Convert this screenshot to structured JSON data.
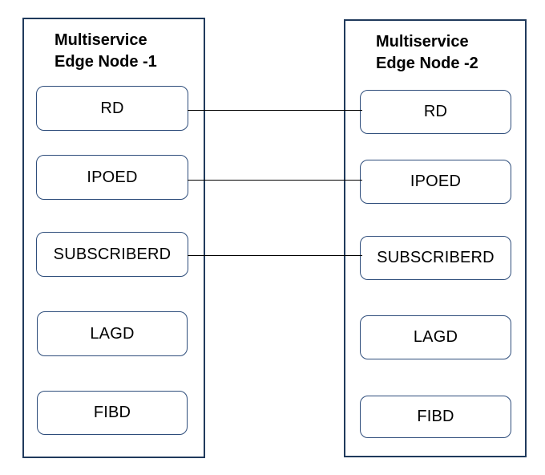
{
  "diagram": {
    "nodes": [
      {
        "title": "Multiservice Edge Node -1",
        "title_lines": [
          "Multiservice",
          "Edge Node -1"
        ],
        "daemons": [
          "RD",
          "IPOED",
          "SUBSCRIBERD",
          "LAGD",
          "FIBD"
        ]
      },
      {
        "title": "Multiservice Edge Node -2",
        "title_lines": [
          "Multiservice",
          "Edge Node -2"
        ],
        "daemons": [
          "RD",
          "IPOED",
          "SUBSCRIBERD",
          "LAGD",
          "FIBD"
        ]
      }
    ],
    "connections": [
      {
        "from": "Multiservice Edge Node -1 / RD",
        "to": "Multiservice Edge Node -2 / RD"
      },
      {
        "from": "Multiservice Edge Node -1 / IPOED",
        "to": "Multiservice Edge Node -2 / IPOED"
      },
      {
        "from": "Multiservice Edge Node -1 / SUBSCRIBERD",
        "to": "Multiservice Edge Node -2 / SUBSCRIBERD"
      }
    ],
    "colors": {
      "node_border": "#203a5c",
      "daemon_border": "#2e4d7b",
      "connector": "#000000",
      "text": "#000000",
      "background": "#ffffff"
    }
  }
}
